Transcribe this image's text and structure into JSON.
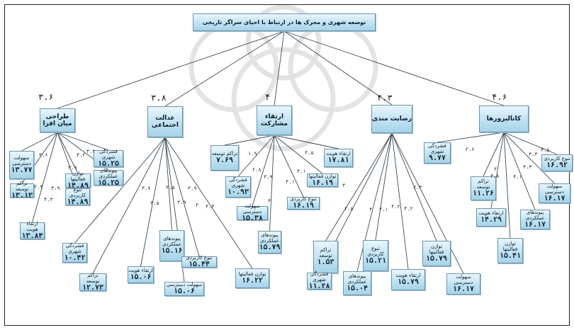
{
  "root": {
    "label": "توسعه شهری و محرک ها در ارتباط با احیای سراگر تاریخی"
  },
  "categories": [
    {
      "label": "طراحی میان افزا",
      "weight": "۳.۶",
      "leaves": [
        {
          "text": "سهولت دسترسی",
          "value": "۱۳.۷۷",
          "w": "۳.۶"
        },
        {
          "text": "تراکم توسعه",
          "value": "۱۳.۱۳",
          "w": "۲.۴"
        },
        {
          "text": "ارتقاء هویت",
          "value": "۱۳.۸۴",
          "w": "۴.۳"
        },
        {
          "text": "تنوع کاربردی",
          "value": "۱۴.۸۹",
          "w": "۳.۹"
        },
        {
          "text": "توازن فعالیتها",
          "value": "۱۴.۸۹",
          "w": "۳.۹"
        },
        {
          "text": "پیوندهای عملکردی",
          "value": "۱۵.۲۵",
          "w": "۴.۲"
        },
        {
          "text": "فشردگی شهری",
          "value": "۱۵.۲۵",
          "w": "۴.۲"
        }
      ]
    },
    {
      "label": "عدالت اجتماعی",
      "weight": "۳.۸",
      "leaves": [
        {
          "text": "فشردگی شهری",
          "value": "۱۰.۴۲",
          "w": "۳.۷"
        },
        {
          "text": "تراکم توسعه",
          "value": "۱۲.۷۳",
          "w": "۳.۵"
        },
        {
          "text": "ارتقاء هویت",
          "value": "۱۵.۰۶",
          "w": "۳.۵"
        },
        {
          "text": "پیوندهای عملکردی",
          "value": "۱۵.۱۶",
          "w": "۳.۹"
        },
        {
          "text": "سهولت دسترسی",
          "value": "۱۵.۰۶",
          "w": "۳.۹"
        },
        {
          "text": "تنوع کاربردی",
          "value": "۱۵.۴۴",
          "w": "۴"
        },
        {
          "text": "توازن فعالیتها",
          "value": "۱۶.۲۲",
          "w": "۴.۳"
        }
      ]
    },
    {
      "label": "ارتقاء مشارکت",
      "weight": "۴",
      "leaves": [
        {
          "text": "تراکم توسعه",
          "value": "۷.۶۹",
          "w": "۱.۹"
        },
        {
          "text": "فشردگی شهری",
          "value": "۱۰.۹۳",
          "w": "۲.۸"
        },
        {
          "text": "سهولت دسترسی",
          "value": "۱۵.۳۸",
          "w": "۳.۹"
        },
        {
          "text": "پیوندهای عملکردی",
          "value": "۱۵.۷۹",
          "w": "۴"
        },
        {
          "text": "تنوع کاربردی",
          "value": "۱۶.۱۹",
          "w": "۴.۱"
        },
        {
          "text": "توازن فعالیتها",
          "value": "۱۶.۱۹",
          "w": "۴.۱"
        },
        {
          "text": "ارتقاء هویت",
          "value": "۱۷.۸۱",
          "w": "۴.۵"
        }
      ]
    },
    {
      "label": "رضایت مندی",
      "weight": "۴.۳",
      "leaves": [
        {
          "text": "تراکم توسعه",
          "value": "۱.۵۳",
          "w": "۲.۸"
        },
        {
          "text": "فشردگی شهری",
          "value": "۱۱.۲۸",
          "w": "۳"
        },
        {
          "text": "پیوندهای عملکردی",
          "value": "۱۵.۰۴",
          "w": "۴"
        },
        {
          "text": "تنوع کاربردی",
          "value": "۱۵.۲۱",
          "w": "۴.۱"
        },
        {
          "text": "ارتقاء هویت",
          "value": "۱۵.۷۹",
          "w": "۴.۲"
        },
        {
          "text": "توازن فعالیتها",
          "value": "۱۵.۷۹",
          "w": "۴.۲"
        },
        {
          "text": "سهولت دسترسی",
          "value": "۱۶.۱۷",
          "w": "۴.۳"
        }
      ]
    },
    {
      "label": "کاتالیزورها",
      "weight": "۴.۶",
      "leaves": [
        {
          "text": "فشردگی شهری",
          "value": "۹.۷۷",
          "w": "۲.۶"
        },
        {
          "text": "تراکم توسعه",
          "value": "۱۱.۲۶",
          "w": "۳"
        },
        {
          "text": "ارتقاء هویت",
          "value": "۱۴.۲۹",
          "w": "۳.۸"
        },
        {
          "text": "توازن فعالیتها",
          "value": "۱۵.۴۱",
          "w": "۴.۱"
        },
        {
          "text": "پیوندهای عملکردی",
          "value": "۱۶.۱۷",
          "w": "۴.۳"
        },
        {
          "text": "سهولت دسترسی",
          "value": "۱۶.۱۷",
          "w": "۴.۳"
        },
        {
          "text": "تنوع کاربردی",
          "value": "۱۶.۹۲",
          "w": "۴.۵"
        }
      ]
    }
  ]
}
